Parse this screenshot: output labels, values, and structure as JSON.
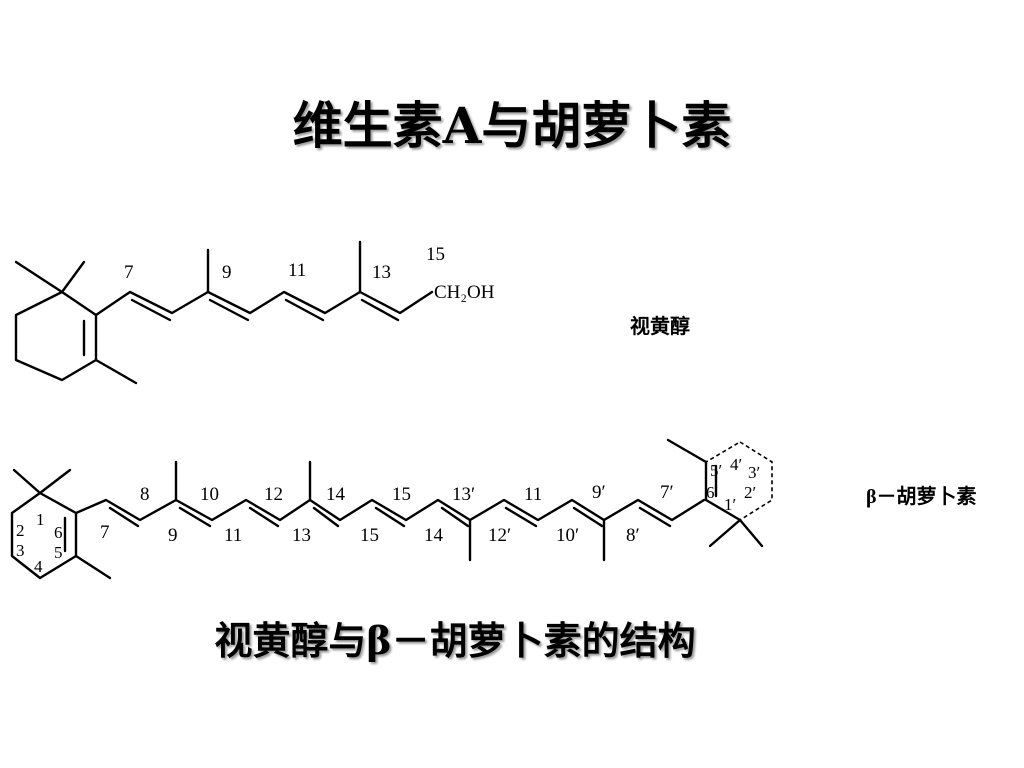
{
  "slide": {
    "title": "维生素A与胡萝卜素",
    "caption": "视黄醇与β－胡萝卜素的结构"
  },
  "retinol": {
    "name": "视黄醇",
    "group": "CH₂OH",
    "numbers": [
      "7",
      "9",
      "11",
      "13",
      "15"
    ]
  },
  "carotene": {
    "name": "β－胡萝卜素",
    "numbers_top": [
      "8",
      "10",
      "12",
      "14",
      "15",
      "13′",
      "11",
      "9′",
      "7′"
    ],
    "numbers_bottom": [
      "7",
      "9",
      "11",
      "13",
      "15",
      "14",
      "12′",
      "10′",
      "8′"
    ],
    "left_ring_numbers": [
      "1",
      "2",
      "3",
      "4",
      "5",
      "6"
    ],
    "right_ring_numbers": [
      "5′",
      "4′",
      "3′",
      "6′",
      "1′",
      "2′"
    ]
  }
}
